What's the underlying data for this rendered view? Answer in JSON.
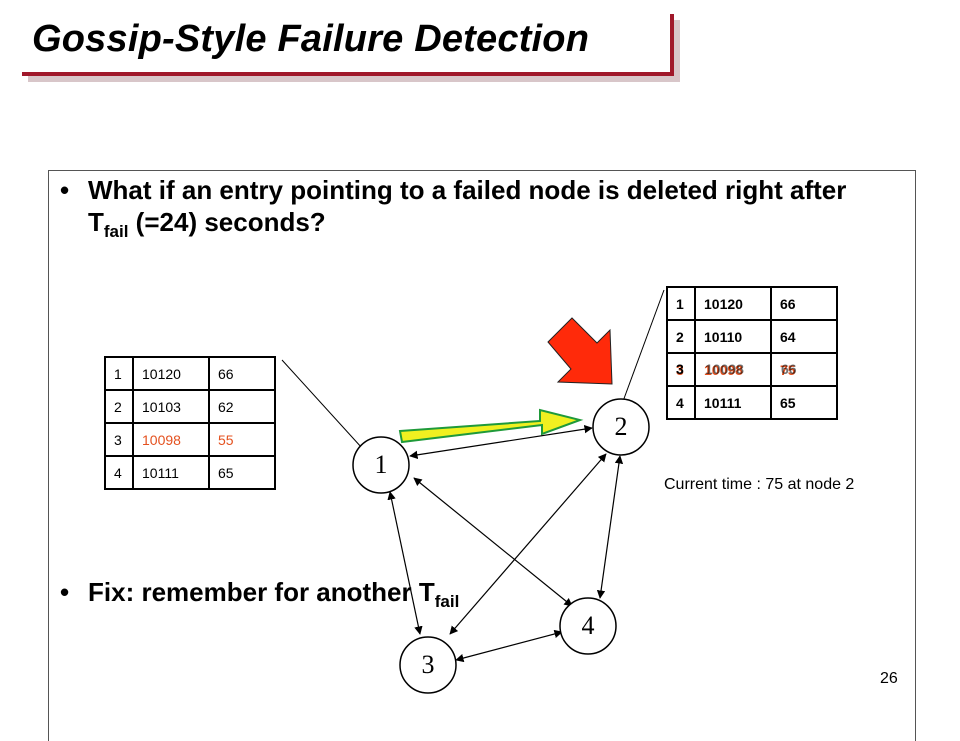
{
  "slide": {
    "title": "Gossip-Style Failure Detection",
    "page_number": "26"
  },
  "bullets": [
    {
      "text_before": "What if an entry pointing to a failed node is deleted right after T",
      "sub": "fail",
      "text_after": " (=24) seconds?"
    },
    {
      "text_before": "Fix: remember for another T",
      "sub": "fail",
      "text_after": ""
    }
  ],
  "nodes": [
    {
      "id": "1",
      "label": "1"
    },
    {
      "id": "2",
      "label": "2"
    },
    {
      "id": "3",
      "label": "3"
    },
    {
      "id": "4",
      "label": "4"
    }
  ],
  "table_node1": {
    "rows": [
      {
        "id": "1",
        "heartbeat": "10120",
        "time": "66",
        "highlight": false
      },
      {
        "id": "2",
        "heartbeat": "10103",
        "time": "62",
        "highlight": false
      },
      {
        "id": "3",
        "heartbeat": "10098",
        "time": "55",
        "highlight": true
      },
      {
        "id": "4",
        "heartbeat": "10111",
        "time": "65",
        "highlight": false
      }
    ]
  },
  "table_node2": {
    "rows": [
      {
        "id": "1",
        "heartbeat": "10120",
        "time": "66"
      },
      {
        "id": "2",
        "heartbeat": "10110",
        "time": "64"
      },
      {
        "id": "3",
        "heartbeat": "10098",
        "time": "75",
        "overlay_id": "3",
        "overlay_heartbeat": "10098",
        "overlay_time": "66"
      },
      {
        "id": "4",
        "heartbeat": "10111",
        "time": "65"
      }
    ]
  },
  "status_text": "Current time : 75 at node 2",
  "colors": {
    "title_underline": "#a0182a",
    "stale_entry": "#e4511f",
    "gossip_arrow_fill": "#f0f020",
    "gossip_arrow_stroke": "#1f9a3a",
    "pointer_arrow": "#ff2a0a"
  }
}
